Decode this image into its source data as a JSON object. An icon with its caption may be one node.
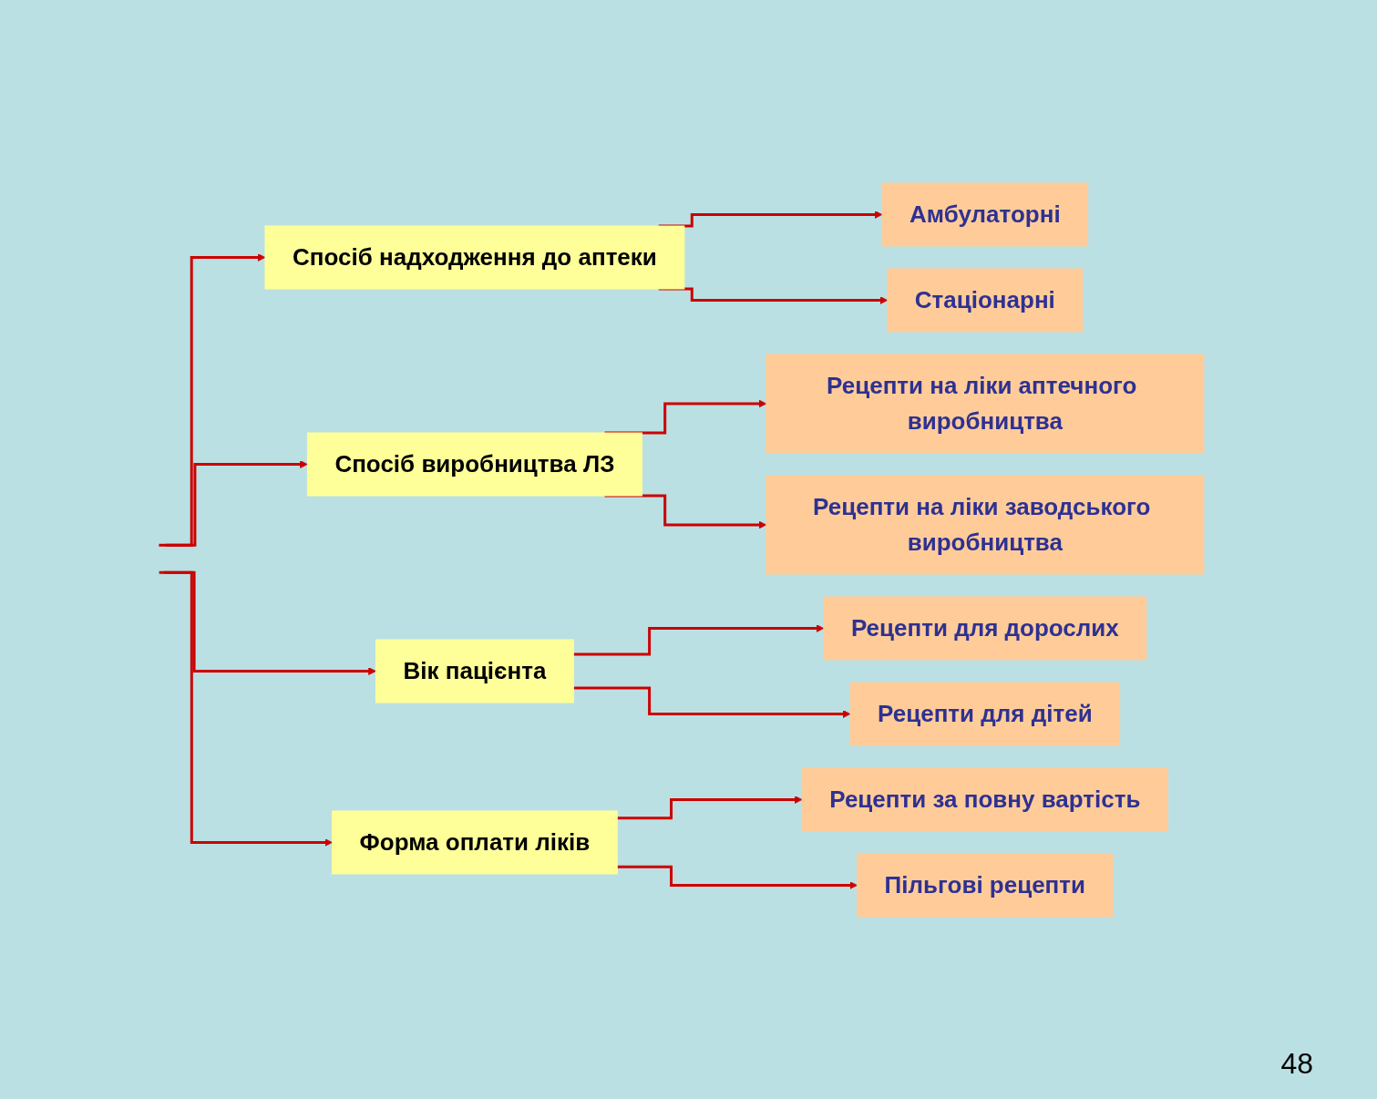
{
  "diagram": {
    "nodes": [
      {
        "text": [
          "Спосіб надходження до аптеки"
        ]
      },
      {
        "text": [
          "Спосіб виробництва ЛЗ"
        ]
      },
      {
        "text": [
          "Вік пацієнта"
        ]
      },
      {
        "text": [
          "Форма оплати ліків"
        ]
      },
      {
        "text": [
          "Амбулаторні"
        ]
      },
      {
        "text": [
          "Стаціонарні"
        ]
      },
      {
        "text": [
          "Рецепти на ліки аптечного виробництва"
        ]
      },
      {
        "text": [
          "Рецепти на ліки заводського виробництва"
        ]
      },
      {
        "text": [
          "Рецепти для дорослих"
        ]
      },
      {
        "text": [
          "Рецепти для дітей"
        ]
      },
      {
        "text": [
          "Рецепти за повну вартість"
        ]
      },
      {
        "text": [
          "Пільгові рецепти"
        ]
      }
    ],
    "edges": [
      {
        "from": null,
        "to": 0,
        "arrow": "to"
      },
      {
        "from": null,
        "to": 1,
        "arrow": "to"
      },
      {
        "from": null,
        "to": 2,
        "arrow": "to"
      },
      {
        "from": null,
        "to": 3,
        "arrow": "to"
      },
      {
        "from": 0,
        "to": 4,
        "arrow": "to"
      },
      {
        "from": 0,
        "to": 5,
        "arrow": "to"
      },
      {
        "from": 1,
        "to": 6,
        "arrow": "to"
      },
      {
        "from": 1,
        "to": 7,
        "arrow": "to"
      },
      {
        "from": 2,
        "to": 8,
        "arrow": "to"
      },
      {
        "from": 2,
        "to": 9,
        "arrow": "to"
      },
      {
        "from": 3,
        "to": 10,
        "arrow": "to"
      },
      {
        "from": 3,
        "to": 11,
        "arrow": "to"
      }
    ],
    "labels": [
      "48"
    ]
  }
}
